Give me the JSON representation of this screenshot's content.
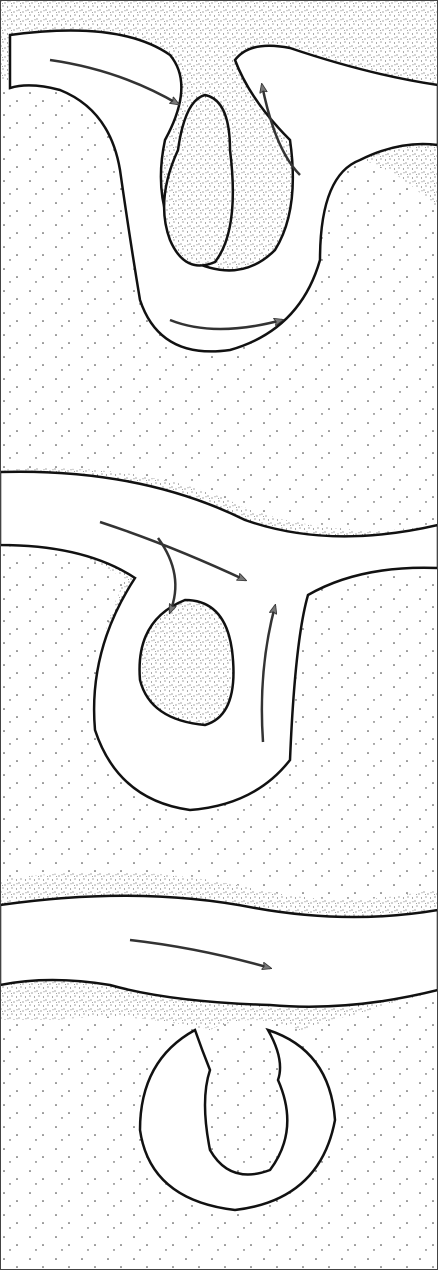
{
  "figure": {
    "panels": [
      {
        "id": "panel-1",
        "stage": 1,
        "arrows": 3
      },
      {
        "id": "panel-2",
        "stage": 2,
        "arrows": 3
      },
      {
        "id": "panel-3",
        "stage": 3,
        "arrows": 1
      }
    ],
    "colors": {
      "background": "#ffffff",
      "stipple": "#2a2a2a",
      "outline": "#111111",
      "arrow_line": "#333333",
      "arrow_head": "#777777"
    },
    "labels": []
  }
}
